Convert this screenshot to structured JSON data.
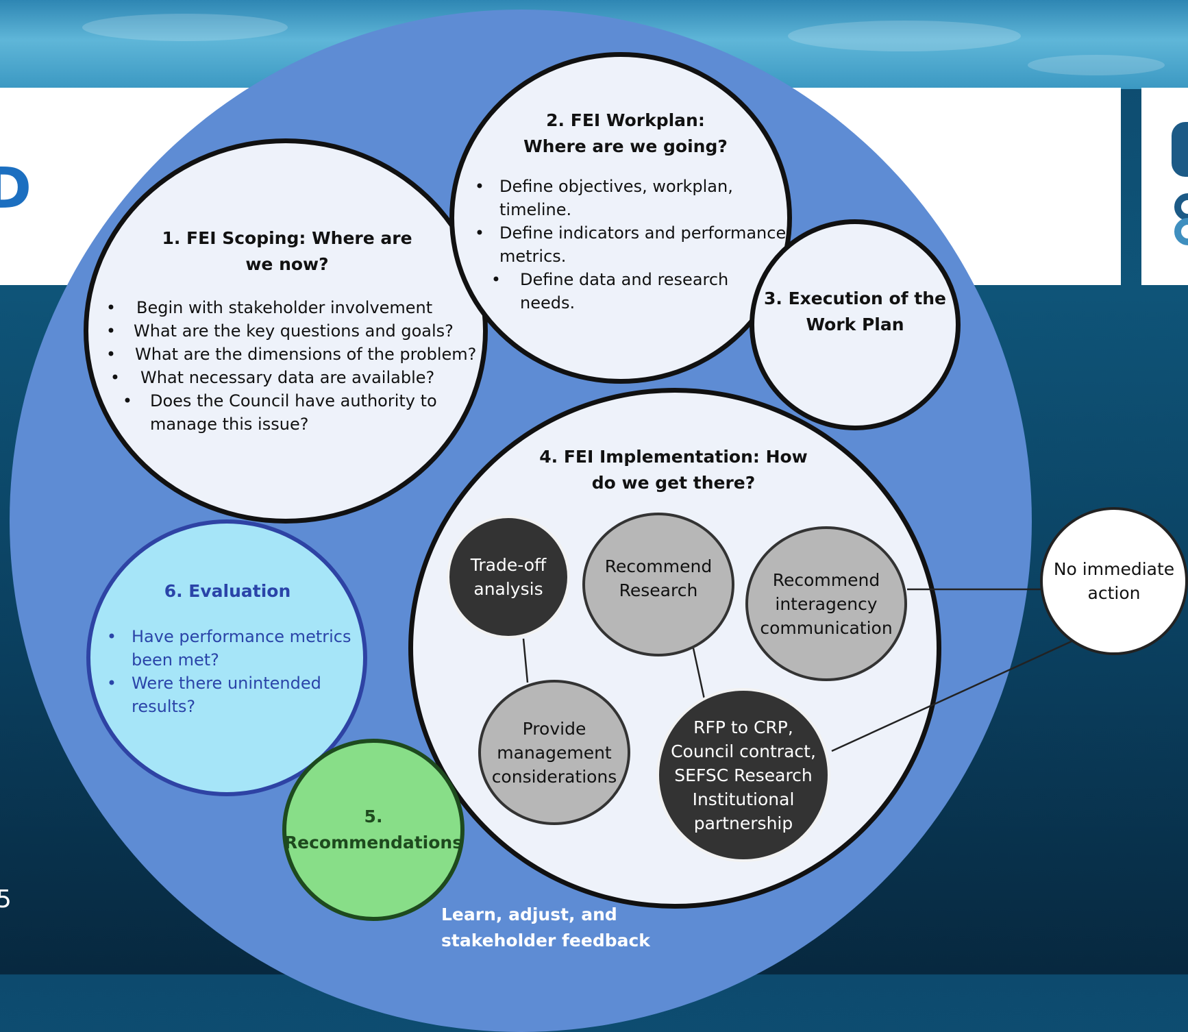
{
  "background": {
    "edge_letter": "D",
    "edge_number": "5"
  },
  "colors": {
    "big_circle": "#5e8cd4",
    "inner_circle": "#eef2fa",
    "evaluation": "#a6e5f8",
    "evaluation_text": "#2a44a8",
    "recommendations": "#88de88",
    "dark_node": "#333333",
    "grey_node": "#b7b7b7",
    "white_node": "#ffffff"
  },
  "scoping": {
    "title": "1. FEI Scoping: Where are\nwe now?",
    "bullets": [
      "Begin with stakeholder involvement",
      "What are the key questions and goals?",
      "What are the dimensions of the problem?",
      "What necessary data are available?",
      "Does the Council have authority to\n  manage this issue?"
    ]
  },
  "workplan": {
    "title": "2. FEI Workplan:\nWhere are we going?",
    "bullets": [
      "Define objectives, workplan,\ntimeline.",
      "Define indicators and performance\nmetrics.",
      "Define data and research\nneeds."
    ]
  },
  "execution": {
    "title": "3. Execution of the\nWork Plan"
  },
  "implementation": {
    "title": "4. FEI Implementation: How\ndo we get there?",
    "nodes": {
      "tradeoff": "Trade-off\nanalysis",
      "research": "Recommend\nResearch",
      "interagency": "Recommend\ninteragency\ncommunication",
      "management": "Provide\nmanagement\nconsiderations",
      "rfp": "RFP to CRP,\nCouncil contract,\nSEFSC Research\nInstitutional\npartnership"
    }
  },
  "no_action": "No immediate\naction",
  "recommendations": {
    "title": "5.\nRecommendations"
  },
  "evaluation": {
    "title": "6. Evaluation",
    "bullets": [
      "Have performance metrics\nbeen met?",
      "Were there unintended\nresults?"
    ]
  },
  "feedback_label": "Learn, adjust, and\nstakeholder feedback",
  "bullet_char": "•"
}
